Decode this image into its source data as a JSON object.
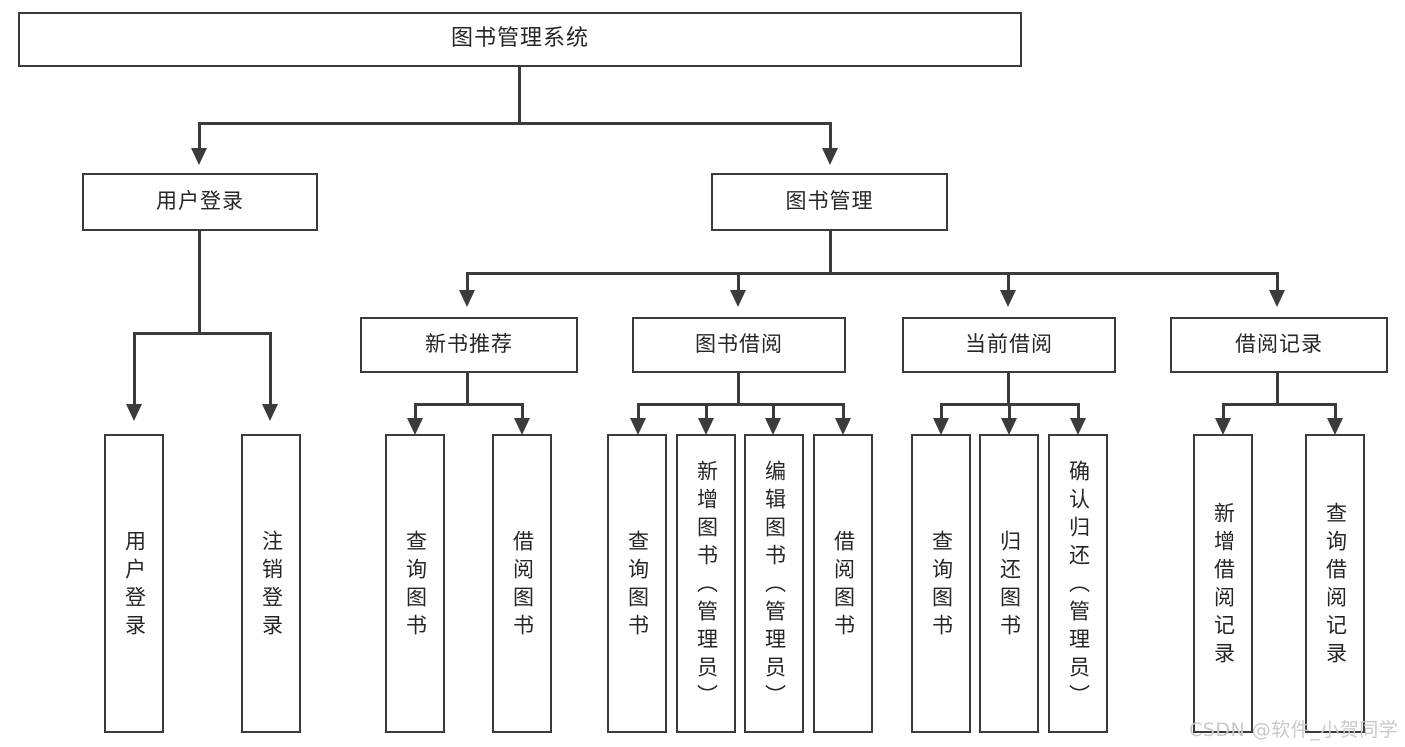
{
  "diagram": {
    "type": "tree-hierarchy",
    "title": "图书管理系统",
    "root": {
      "label": "图书管理系统"
    },
    "level2": [
      {
        "id": "user-login",
        "label": "用户登录"
      },
      {
        "id": "book-management",
        "label": "图书管理"
      }
    ],
    "level3": [
      {
        "id": "new-book-recommend",
        "label": "新书推荐",
        "parent": "book-management"
      },
      {
        "id": "book-borrow",
        "label": "图书借阅",
        "parent": "book-management"
      },
      {
        "id": "current-borrow",
        "label": "当前借阅",
        "parent": "book-management"
      },
      {
        "id": "borrow-record",
        "label": "借阅记录",
        "parent": "book-management"
      }
    ],
    "leaves": {
      "user_login": [
        {
          "label": "用户登录"
        },
        {
          "label": "注销登录"
        }
      ],
      "new_book_recommend": [
        {
          "label": "查询图书"
        },
        {
          "label": "借阅图书"
        }
      ],
      "book_borrow": [
        {
          "label": "查询图书"
        },
        {
          "label": "新增图书（管理员）"
        },
        {
          "label": "编辑图书（管理员）"
        },
        {
          "label": "借阅图书"
        }
      ],
      "current_borrow": [
        {
          "label": "查询图书"
        },
        {
          "label": "归还图书"
        },
        {
          "label": "确认归还（管理员）"
        }
      ],
      "borrow_record": [
        {
          "label": "新增借阅记录"
        },
        {
          "label": "查询借阅记录"
        }
      ]
    }
  },
  "watermark": {
    "text": "CSDN @软件_小贺同学"
  },
  "colors": {
    "stroke": "#3b3b3b",
    "text": "#262626",
    "background": "#ffffff",
    "watermark": "#c9c9c9"
  }
}
